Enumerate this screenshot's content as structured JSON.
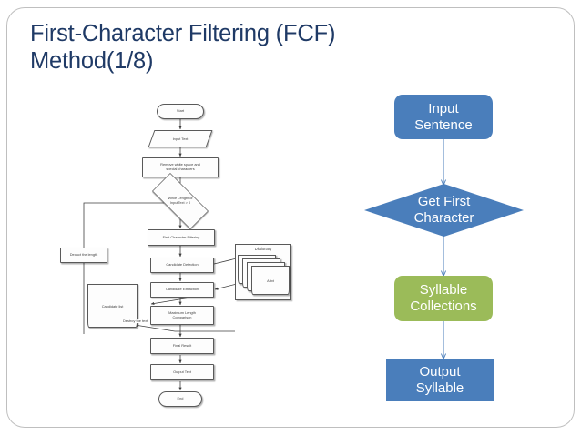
{
  "slide": {
    "title": "First-Character Filtering (FCF)\nMethod(1/8)",
    "title_color": "#1f3a66",
    "background": "#ffffff",
    "border_color": "#bfbfbf"
  },
  "flowchart": {
    "name": "fcf-algorithm-flowchart",
    "nodes": [
      {
        "id": "start",
        "label": "Start",
        "shape": "terminator"
      },
      {
        "id": "input_text",
        "label": "Input Text",
        "shape": "parallelogram"
      },
      {
        "id": "remove_ws",
        "label": "Remove white space and\nspecial characters",
        "shape": "process"
      },
      {
        "id": "while_len",
        "label": "While Length of\nInputText > 0",
        "shape": "decision"
      },
      {
        "id": "fcf",
        "label": "First Character Filtering",
        "shape": "process"
      },
      {
        "id": "cand_detect",
        "label": "Candidate Detection",
        "shape": "process"
      },
      {
        "id": "cand_extract",
        "label": "Candidate Extraction",
        "shape": "process"
      },
      {
        "id": "max_len",
        "label": "Maximum Length\nComparison",
        "shape": "process"
      },
      {
        "id": "final_result",
        "label": "Final Result",
        "shape": "process"
      },
      {
        "id": "output_text",
        "label": "Output Text",
        "shape": "process"
      },
      {
        "id": "end",
        "label": "End",
        "shape": "terminator"
      },
      {
        "id": "deduct",
        "label": "Deduct the length",
        "shape": "process"
      },
      {
        "id": "cand_list",
        "label": "Candidate list",
        "shape": "document"
      }
    ],
    "dictionary": {
      "label": "Dictionary",
      "file_label": "A.txt"
    },
    "edge_labels": [
      {
        "id": "destroy_text",
        "label": "Destroy the text"
      }
    ]
  },
  "right_diagram": {
    "name": "syllable-segmentation-diagram",
    "colors": {
      "blue": "#4a7ebb",
      "green": "#9bbb59",
      "connector": "#4a7ebb",
      "text": "#ffffff"
    },
    "nodes": [
      {
        "id": "input_sentence",
        "label": "Input\nSentence",
        "shape": "rounded-rect",
        "color": "#4a7ebb"
      },
      {
        "id": "get_first_character",
        "label": "Get First\nCharacter",
        "shape": "diamond",
        "color": "#4a7ebb"
      },
      {
        "id": "syllable_collections",
        "label": "Syllable\nCollections",
        "shape": "rounded-rect",
        "color": "#9bbb59"
      },
      {
        "id": "output_syllable",
        "label": "Output\nSyllable",
        "shape": "rect",
        "color": "#4a7ebb"
      }
    ]
  }
}
